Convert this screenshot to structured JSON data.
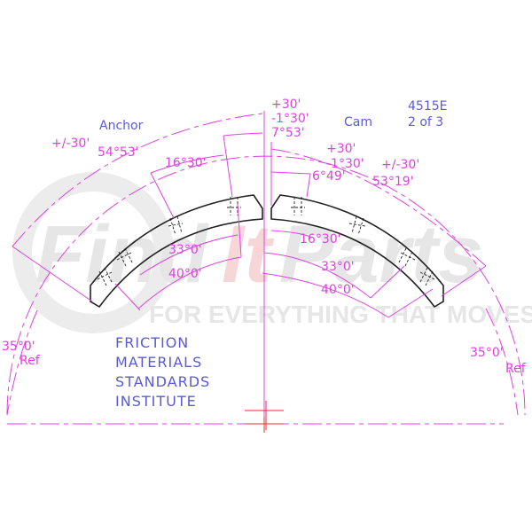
{
  "watermark": {
    "brand_left": "Find",
    "brand_mid": "It",
    "brand_right": "Parts",
    "tagline": "FOR EVERYTHING THAT MOVES"
  },
  "header": {
    "part_number": "4515E",
    "sheet": "2 of 3"
  },
  "labels": {
    "anchor": "Anchor",
    "cam": "Cam",
    "institute_lines": [
      "FRICTION",
      "MATERIALS",
      "STANDARDS",
      "INSTITUTE"
    ]
  },
  "anchor_side": {
    "tolerance": "+/-30'",
    "lining_arc": "54°53'",
    "rivet_spacing_1": "16°30'",
    "rivet_spacing_2": "33°0'",
    "rivet_spacing_3": "40°0'",
    "gap_tol_plus": "+30'",
    "gap_tol_minus": "-1°30'",
    "gap_angle": "7°53'",
    "ref_angle": "35°0'",
    "ref_label": "Ref"
  },
  "cam_side": {
    "gap_tol_plus": "+30'",
    "gap_tol_minus": "-1°30'",
    "gap_angle": "6°49'",
    "tolerance": "+/-30'",
    "lining_arc": "53°19'",
    "rivet_spacing_1": "16°30'",
    "rivet_spacing_2": "33°0'",
    "rivet_spacing_3": "40°0'",
    "ref_angle": "35°0'",
    "ref_label": "Ref"
  },
  "colors": {
    "dimension": "#e040e0",
    "text_blue": "#5a5ad8",
    "centerline_red": "#e03030",
    "shoe_outline": "#222222"
  }
}
